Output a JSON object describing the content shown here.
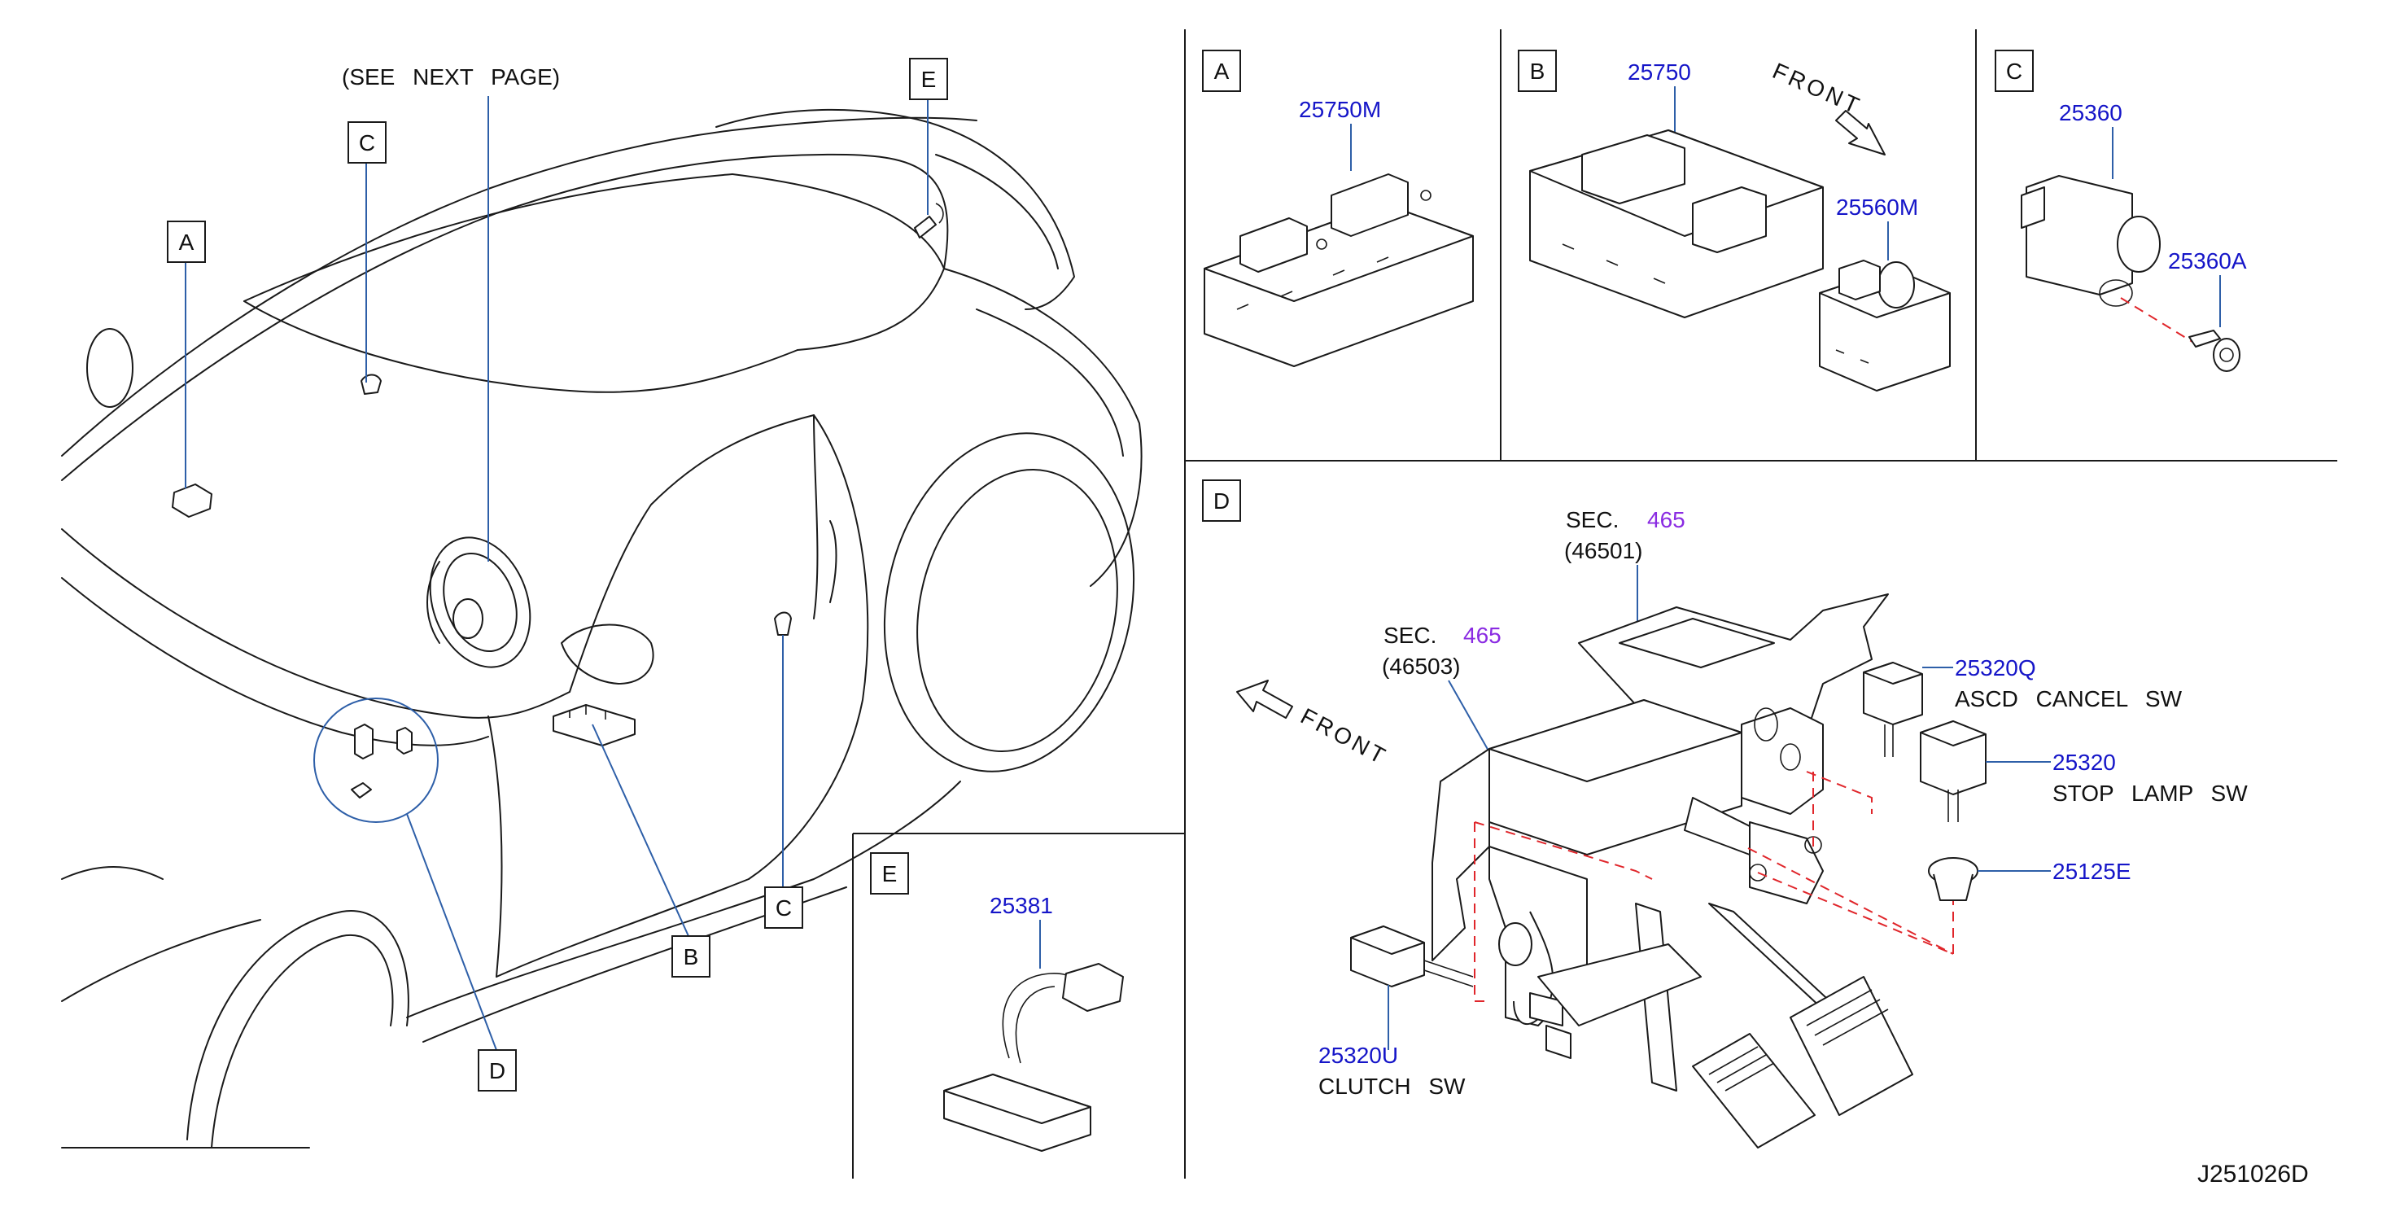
{
  "header": {
    "see_next_page": "(SEE NEXT PAGE)"
  },
  "footer": {
    "diagram_code": "J251026D"
  },
  "callouts": {
    "overview": {
      "A": "A",
      "B": "B",
      "C_top": "C",
      "C_bottom": "C",
      "D": "D",
      "E": "E"
    },
    "panels": {
      "A": "A",
      "B": "B",
      "C": "C",
      "D": "D",
      "E": "E"
    }
  },
  "parts": {
    "p25750M": "25750M",
    "p25750": "25750",
    "p25560M": "25560M",
    "p25360": "25360",
    "p25360A": "25360A",
    "p25381": "25381",
    "p25320Q": "25320Q",
    "p25320Q_desc": "ASCD CANCEL SW",
    "p25320": "25320",
    "p25320_desc": "STOP LAMP SW",
    "p25125E": "25125E",
    "p25320U": "25320U",
    "p25320U_desc": "CLUTCH SW",
    "sec1_prefix": "SEC.",
    "sec1_num": "465",
    "sec1_ref": "(46501)",
    "sec2_prefix": "SEC.",
    "sec2_num": "465",
    "sec2_ref": "(46503)"
  },
  "front_labels": {
    "panel_b": "FRONT",
    "panel_d": "FRONT"
  },
  "colors": {
    "part_number": "#1515c8",
    "section": "#8a2be2",
    "leader": "#2e5fa8",
    "dashed": "#e0262b"
  }
}
